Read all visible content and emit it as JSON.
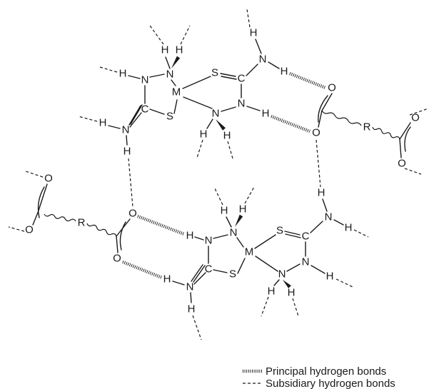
{
  "atoms": {
    "metal": "M",
    "nitrogen": "N",
    "hydrogen": "H",
    "sulfur": "S",
    "carbon": "C",
    "oxygen": "O",
    "r_group": "R"
  },
  "legend": {
    "principal": "Principal hydrogen bonds",
    "subsidiary": "Subsidiary hydrogen bonds"
  }
}
